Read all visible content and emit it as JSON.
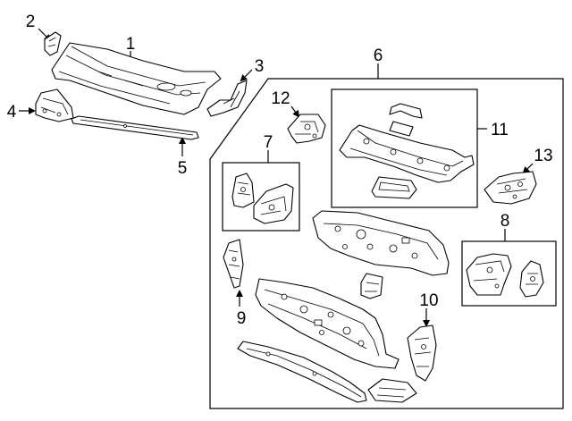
{
  "callouts": [
    {
      "id": "1",
      "text": "1"
    },
    {
      "id": "2",
      "text": "2"
    },
    {
      "id": "3",
      "text": "3"
    },
    {
      "id": "4",
      "text": "4"
    },
    {
      "id": "5",
      "text": "5"
    },
    {
      "id": "6",
      "text": "6"
    },
    {
      "id": "7",
      "text": "7"
    },
    {
      "id": "8",
      "text": "8"
    },
    {
      "id": "9",
      "text": "9"
    },
    {
      "id": "10",
      "text": "10"
    },
    {
      "id": "11",
      "text": "11"
    },
    {
      "id": "12",
      "text": "12"
    },
    {
      "id": "13",
      "text": "13"
    }
  ],
  "colors": {
    "line": "#000000",
    "background": "#ffffff"
  }
}
